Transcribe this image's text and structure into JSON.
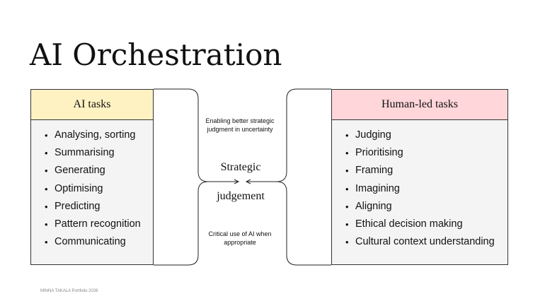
{
  "slide": {
    "title": "AI Orchestration",
    "footer": "MINNA TAKALA Portfolio 2026"
  },
  "ai_tasks": {
    "heading": "AI tasks",
    "items": [
      "Analysing, sorting",
      "Summarising",
      "Generating",
      "Optimising",
      "Predicting",
      "Pattern recognition",
      "Communicating"
    ]
  },
  "human_tasks": {
    "heading": "Human-led tasks",
    "items": [
      "Judging",
      "Prioritising",
      "Framing",
      "Imagining",
      "Aligning",
      "Ethical decision making",
      "Cultural context understanding"
    ]
  },
  "center": {
    "top_note": "Enabling better strategic judgment in uncertainty",
    "label_line1": "Strategic",
    "label_line2": "judgement",
    "bottom_note": "Critical use of AI when appropriate"
  },
  "colors": {
    "ai_header": "#fff2c2",
    "human_header": "#ffd6d9",
    "box_body": "#f4f4f4",
    "border": "#333333"
  }
}
